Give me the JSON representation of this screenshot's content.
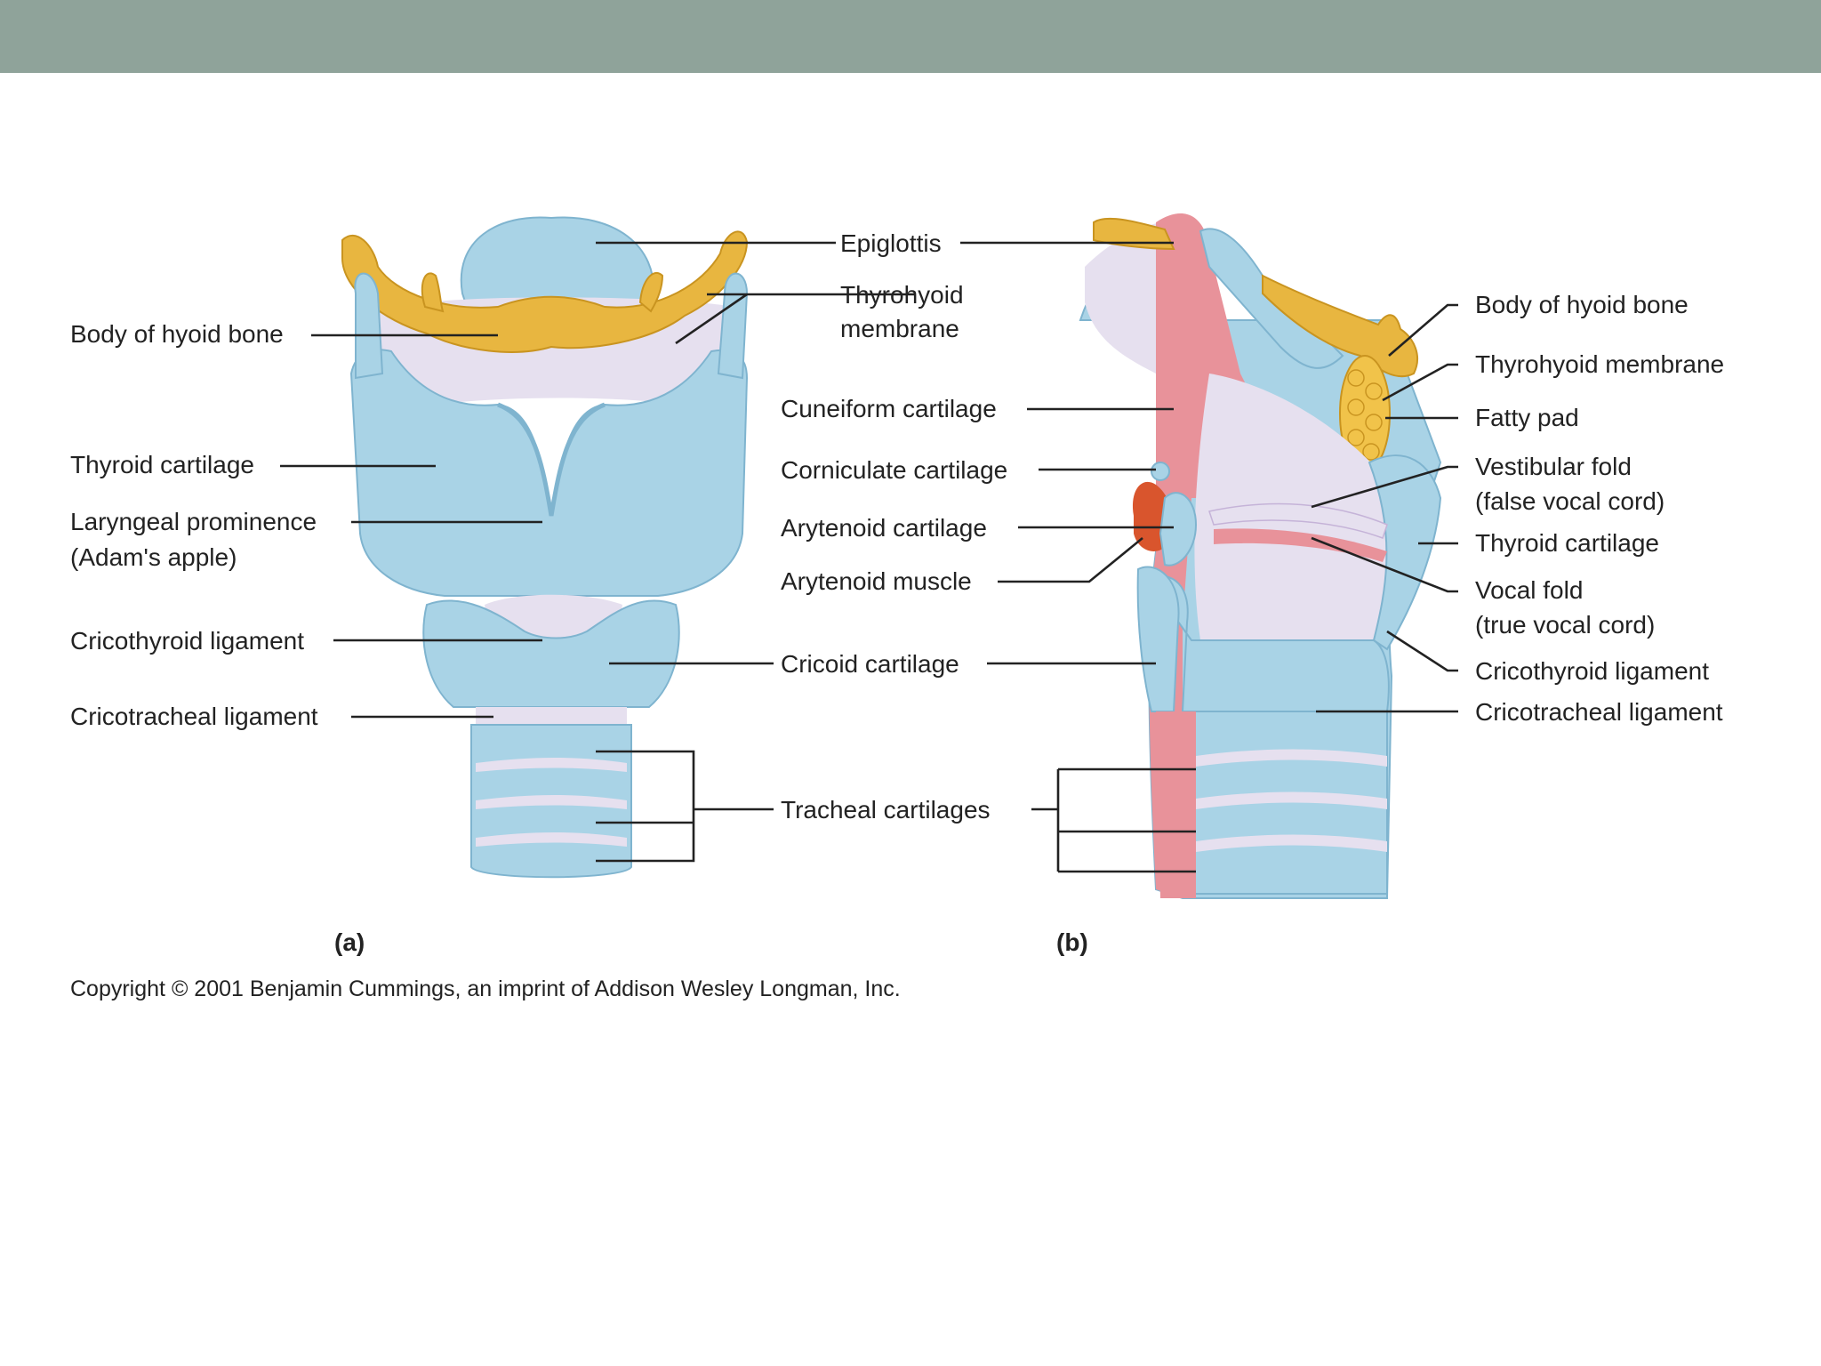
{
  "colors": {
    "header_bar": "#8fa39a",
    "cartilage": "#a9d3e6",
    "cartilage_edge": "#7fb4cf",
    "bone": "#e8b640",
    "membrane": "#e6e0ef",
    "mucosa": "#e8929a",
    "muscle": "#d9552d",
    "fat": "#f1c34a"
  },
  "labels": {
    "epiglottis": "Epiglottis",
    "thyrohyoid_membrane_center_1": "Thyrohyoid",
    "thyrohyoid_membrane_center_2": "membrane",
    "cuneiform": "Cuneiform cartilage",
    "corniculate": "Corniculate cartilage",
    "arytenoid_cartilage": "Arytenoid cartilage",
    "arytenoid_muscle": "Arytenoid muscle",
    "cricoid": "Cricoid cartilage",
    "tracheal": "Tracheal cartilages",
    "left_hyoid": "Body of hyoid bone",
    "left_thyroid": "Thyroid cartilage",
    "laryngeal_1": "Laryngeal prominence",
    "laryngeal_2": "(Adam's apple)",
    "left_cricothyroid": "Cricothyroid ligament",
    "left_cricotracheal": "Cricotracheal ligament",
    "right_hyoid": "Body of hyoid bone",
    "right_thyrohyoid": "Thyrohyoid membrane",
    "fatty_pad": "Fatty pad",
    "vestibular_1": "Vestibular fold",
    "vestibular_2": "(false vocal cord)",
    "right_thyroid": "Thyroid cartilage",
    "vocal_1": "Vocal fold",
    "vocal_2": "(true vocal cord)",
    "right_cricothyroid": "Cricothyroid ligament",
    "right_cricotracheal": "Cricotracheal ligament"
  },
  "panels": {
    "a": "(a)",
    "b": "(b)"
  },
  "copyright": "Copyright © 2001 Benjamin Cummings, an imprint of Addison Wesley Longman, Inc."
}
